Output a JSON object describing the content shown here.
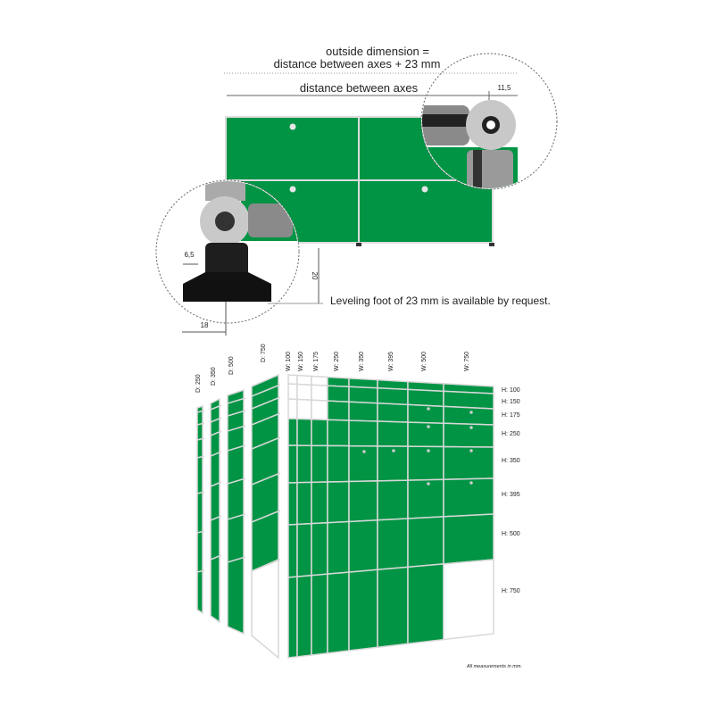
{
  "top": {
    "outside_line1": "outside dimension =",
    "outside_line2": "distance between axes + 23 mm",
    "axes_label": "distance between axes",
    "dim_11_5": "11,5",
    "dim_6_5": "6,5",
    "dim_18": "18",
    "dim_20": "20",
    "leveling_note": "Leveling foot of 23 mm is available by request."
  },
  "grid": {
    "widths": [
      "W: 100",
      "W: 150",
      "W: 175",
      "W: 250",
      "W: 350",
      "W: 395",
      "W: 500",
      "W: 750"
    ],
    "heights": [
      "H: 100",
      "H: 150",
      "H: 175",
      "H: 250",
      "H: 350",
      "H: 395",
      "H: 500",
      "H: 750"
    ],
    "depths": [
      "D: 250",
      "D: 350",
      "D: 500",
      "D: 750"
    ],
    "footnote": "All measurements in mm."
  },
  "colors": {
    "green": "#009444",
    "frame": "#d8d8d8"
  }
}
